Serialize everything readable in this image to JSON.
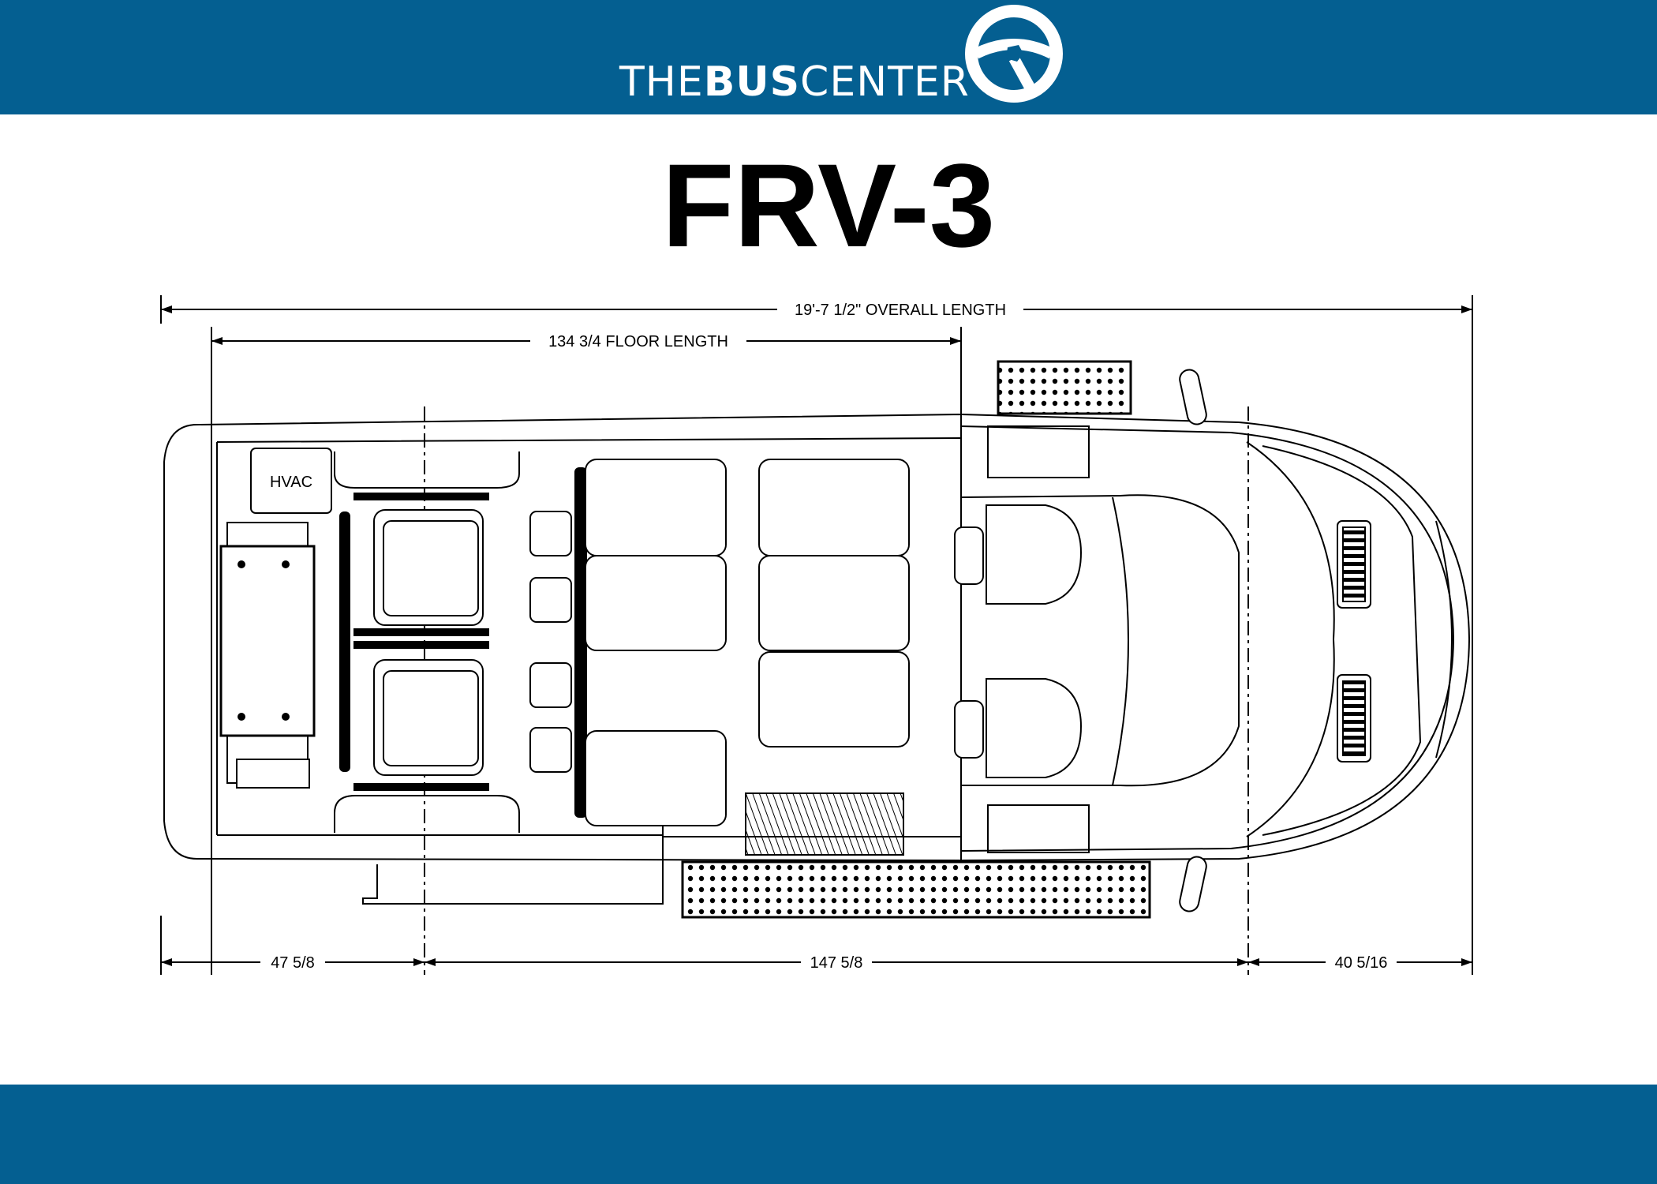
{
  "header": {
    "logo_light": "THE",
    "logo_bold": "BUS",
    "logo_rest": "CENTER",
    "brand_color": "#045f91",
    "logo_icon": "steering-wheel-icon"
  },
  "title": "FRV-3",
  "drawing": {
    "overall_length": "19'-7 1/2\" OVERALL LENGTH",
    "floor_length": "134 3/4 FLOOR LENGTH",
    "hvac_label": "HVAC",
    "dim_rear_overhang": "47 5/8",
    "dim_wheelbase": "147 5/8",
    "dim_front_overhang": "40 5/16"
  }
}
